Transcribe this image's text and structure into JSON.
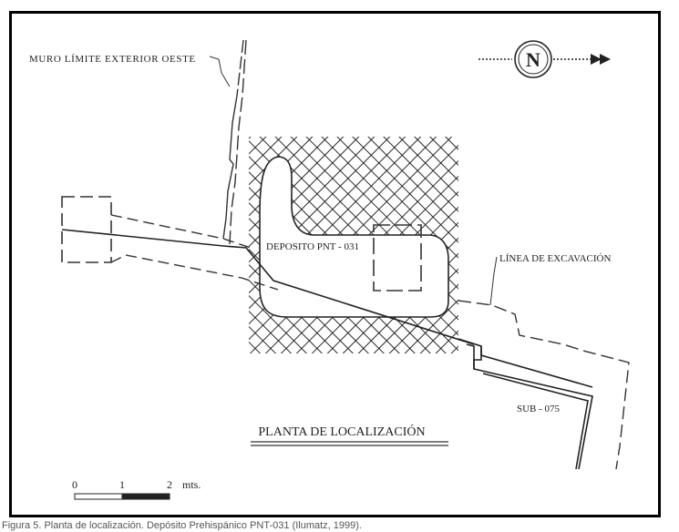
{
  "labels": {
    "wall": "MURO LÍMITE EXTERIOR OESTE",
    "deposit": "DEPOSITO PNT - 031",
    "excavation": "LÍNEA DE EXCAVACIÓN",
    "sub": "SUB - 075",
    "title": "PLANTA DE LOCALIZACIÓN",
    "north": "N"
  },
  "scale": {
    "ticks": [
      "0",
      "1",
      "2"
    ],
    "unit": "mts."
  },
  "caption": "Figura 5. Planta de localización. Depósito Prehispánico PNT-031 (Ilumatz, 1999)."
}
